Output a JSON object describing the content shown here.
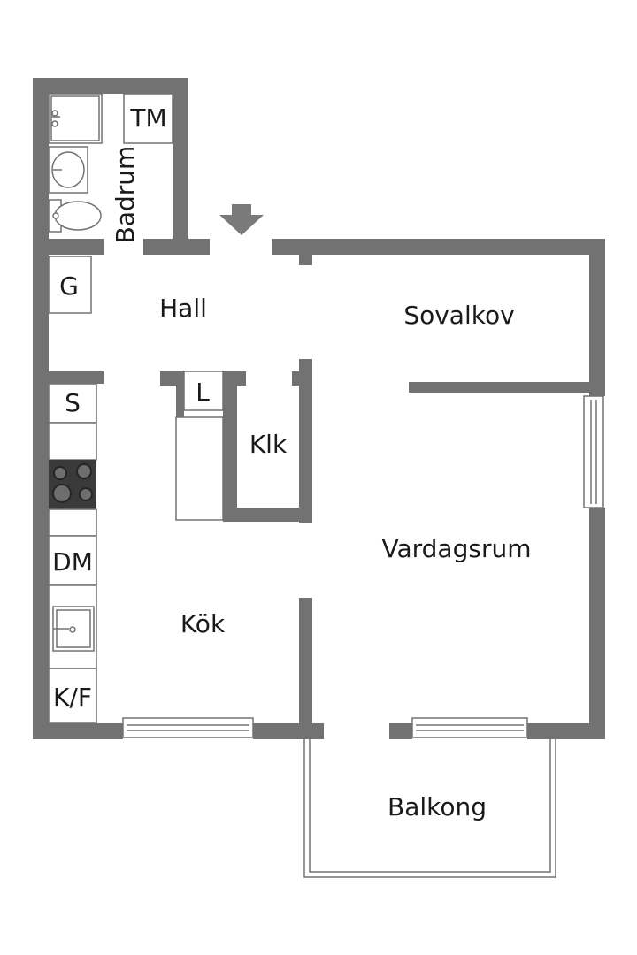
{
  "rooms": {
    "badrum": "Badrum",
    "hall": "Hall",
    "sovalkov": "Sovalkov",
    "klk": "Klk",
    "vardagsrum": "Vardagsrum",
    "kok": "Kök",
    "balkong": "Balkong"
  },
  "fixtures": {
    "tm": "TM",
    "g": "G",
    "l": "L",
    "s": "S",
    "dm": "DM",
    "kf": "K/F"
  },
  "entrance_icon": "arrow-down-icon",
  "colors": {
    "wall": "#727272",
    "background": "#ffffff",
    "text": "#1a1a1a"
  }
}
